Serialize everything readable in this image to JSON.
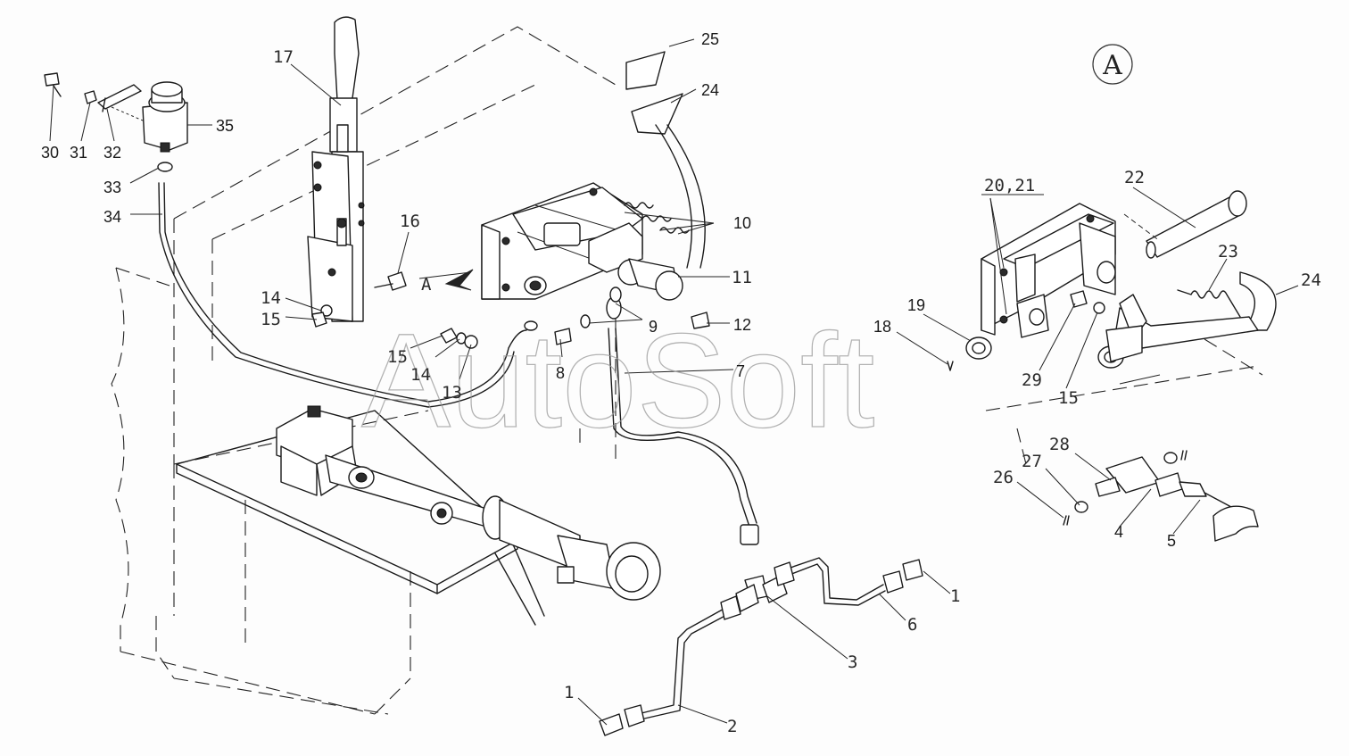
{
  "diagram": {
    "watermark": "AutoSoft",
    "view_marker": "A",
    "view_arrow_label": "A",
    "labels": {
      "p1a": "1",
      "p1b": "1",
      "p2": "2",
      "p3": "3",
      "p4": "4",
      "p5": "5",
      "p6": "6",
      "p7": "7",
      "p8": "8",
      "p9": "9",
      "p10": "10",
      "p11": "11",
      "p12": "12",
      "p13": "13",
      "p14a": "14",
      "p14b": "14",
      "p15a": "15",
      "p15b": "15",
      "p15c": "15",
      "p16": "16",
      "p17": "17",
      "p18": "18",
      "p19": "19",
      "p2021": "20,21",
      "p22": "22",
      "p23": "23",
      "p24a": "24",
      "p24b": "24",
      "p25": "25",
      "p26": "26",
      "p27": "27",
      "p28": "28",
      "p29": "29",
      "p30": "30",
      "p31": "31",
      "p32": "32",
      "p33": "33",
      "p34": "34",
      "p35": "35"
    }
  }
}
